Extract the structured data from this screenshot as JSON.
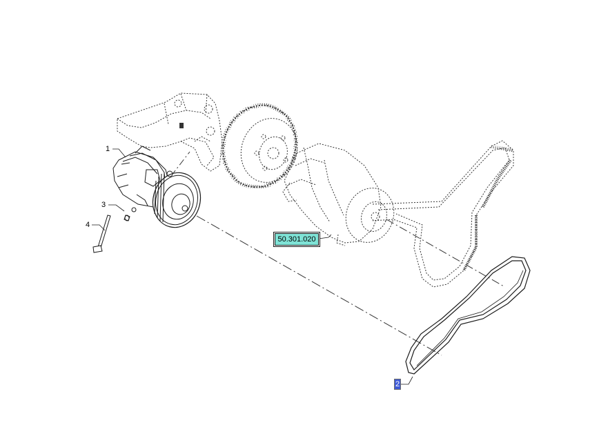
{
  "callouts": {
    "c1": "1",
    "c2": "2",
    "c3": "3",
    "c4": "4"
  },
  "reference_link": "50.301.020",
  "colors": {
    "reference_highlight": "#7fe3d6",
    "selected_item_highlight": "#3f5bd6",
    "line": "#1a1a1a"
  }
}
